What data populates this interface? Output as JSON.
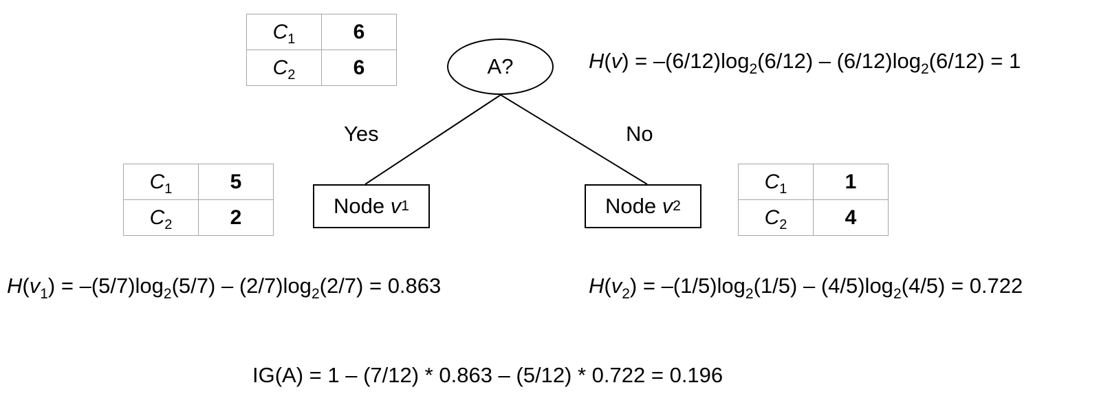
{
  "root": {
    "label": "A?",
    "table": [
      {
        "cls": "C",
        "sub": "1",
        "count": "6"
      },
      {
        "cls": "C",
        "sub": "2",
        "count": "6"
      }
    ],
    "entropy": {
      "lhs_var": "v",
      "part1": "= –(6/12)log",
      "part2": "(6/12) – (6/12)log",
      "part3": "(6/12) = 1",
      "log_base": "2"
    }
  },
  "edges": {
    "yes": "Yes",
    "no": "No"
  },
  "left": {
    "node_text": "Node ",
    "node_var": "v",
    "node_sub": "1",
    "table": [
      {
        "cls": "C",
        "sub": "1",
        "count": "5"
      },
      {
        "cls": "C",
        "sub": "2",
        "count": "2"
      }
    ],
    "entropy": {
      "lhs_var": "v",
      "lhs_sub": "1",
      "part1": " = –(5/7)log",
      "part2": "(5/7) – (2/7)log",
      "part3": "(2/7) = 0.863",
      "log_base": "2"
    }
  },
  "right": {
    "node_text": "Node ",
    "node_var": "v",
    "node_sub": "2",
    "table": [
      {
        "cls": "C",
        "sub": "1",
        "count": "1"
      },
      {
        "cls": "C",
        "sub": "2",
        "count": "4"
      }
    ],
    "entropy": {
      "lhs_var": "v",
      "lhs_sub": "2",
      "part1": " = –(1/5)log",
      "part2": "(1/5) – (4/5)log",
      "part3": "(4/5) = 0.722",
      "log_base": "2"
    }
  },
  "info_gain": "IG(A) = 1 – (7/12) * 0.863 – (5/12) * 0.722 = 0.196"
}
